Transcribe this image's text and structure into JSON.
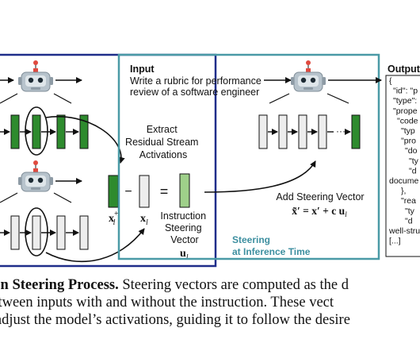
{
  "left_panel": {
    "extract_label": [
      "Extract",
      "Residual Stream",
      "Activations"
    ],
    "vec_pos_label": "x",
    "vec_pos_sup": "+",
    "vec_pos_sub": "l",
    "vec_neg_label": "x",
    "vec_neg_sub": "l",
    "minus": "−",
    "equals": "=",
    "steer_label": [
      "Instruction",
      "Steering",
      "Vector"
    ],
    "steer_symbol": "u",
    "steer_sub": "l"
  },
  "right_panel": {
    "input_title": "Input",
    "input_text": [
      "Write a rubric for performance",
      "review of a software engineer"
    ],
    "add_label": "Add Steering Vector",
    "formula": "x̃′ = x′ + c u",
    "formula_sub": "l",
    "steering_label": [
      "Steering",
      "at Inference Time"
    ],
    "dots": "···"
  },
  "output": {
    "title": "Output",
    "lines": [
      "{",
      "\"id\": \"p",
      "\"type\":",
      "\"prope",
      "\"code",
      "\"typ",
      "\"pro",
      "\"do",
      "\"ty",
      "\"d",
      "docume",
      "},",
      "\"rea",
      "\"ty",
      "\"d",
      "well-stru",
      "[...]"
    ]
  },
  "caption": {
    "bold": "tion Steering Process.",
    "line1_rest": " Steering vectors are computed as the d",
    "line2": " between inputs with and without the instruction.  These vect",
    "line3": "o adjust the model’s activations, guiding it to follow the desire"
  },
  "colors": {
    "navy": "#1f2d8a",
    "teal": "#4a9aa6",
    "green_dark": "#2e8b2e",
    "green_light": "#9fd08a",
    "gray_bar": "#ededed",
    "steering_label": "#3d8fa0"
  }
}
